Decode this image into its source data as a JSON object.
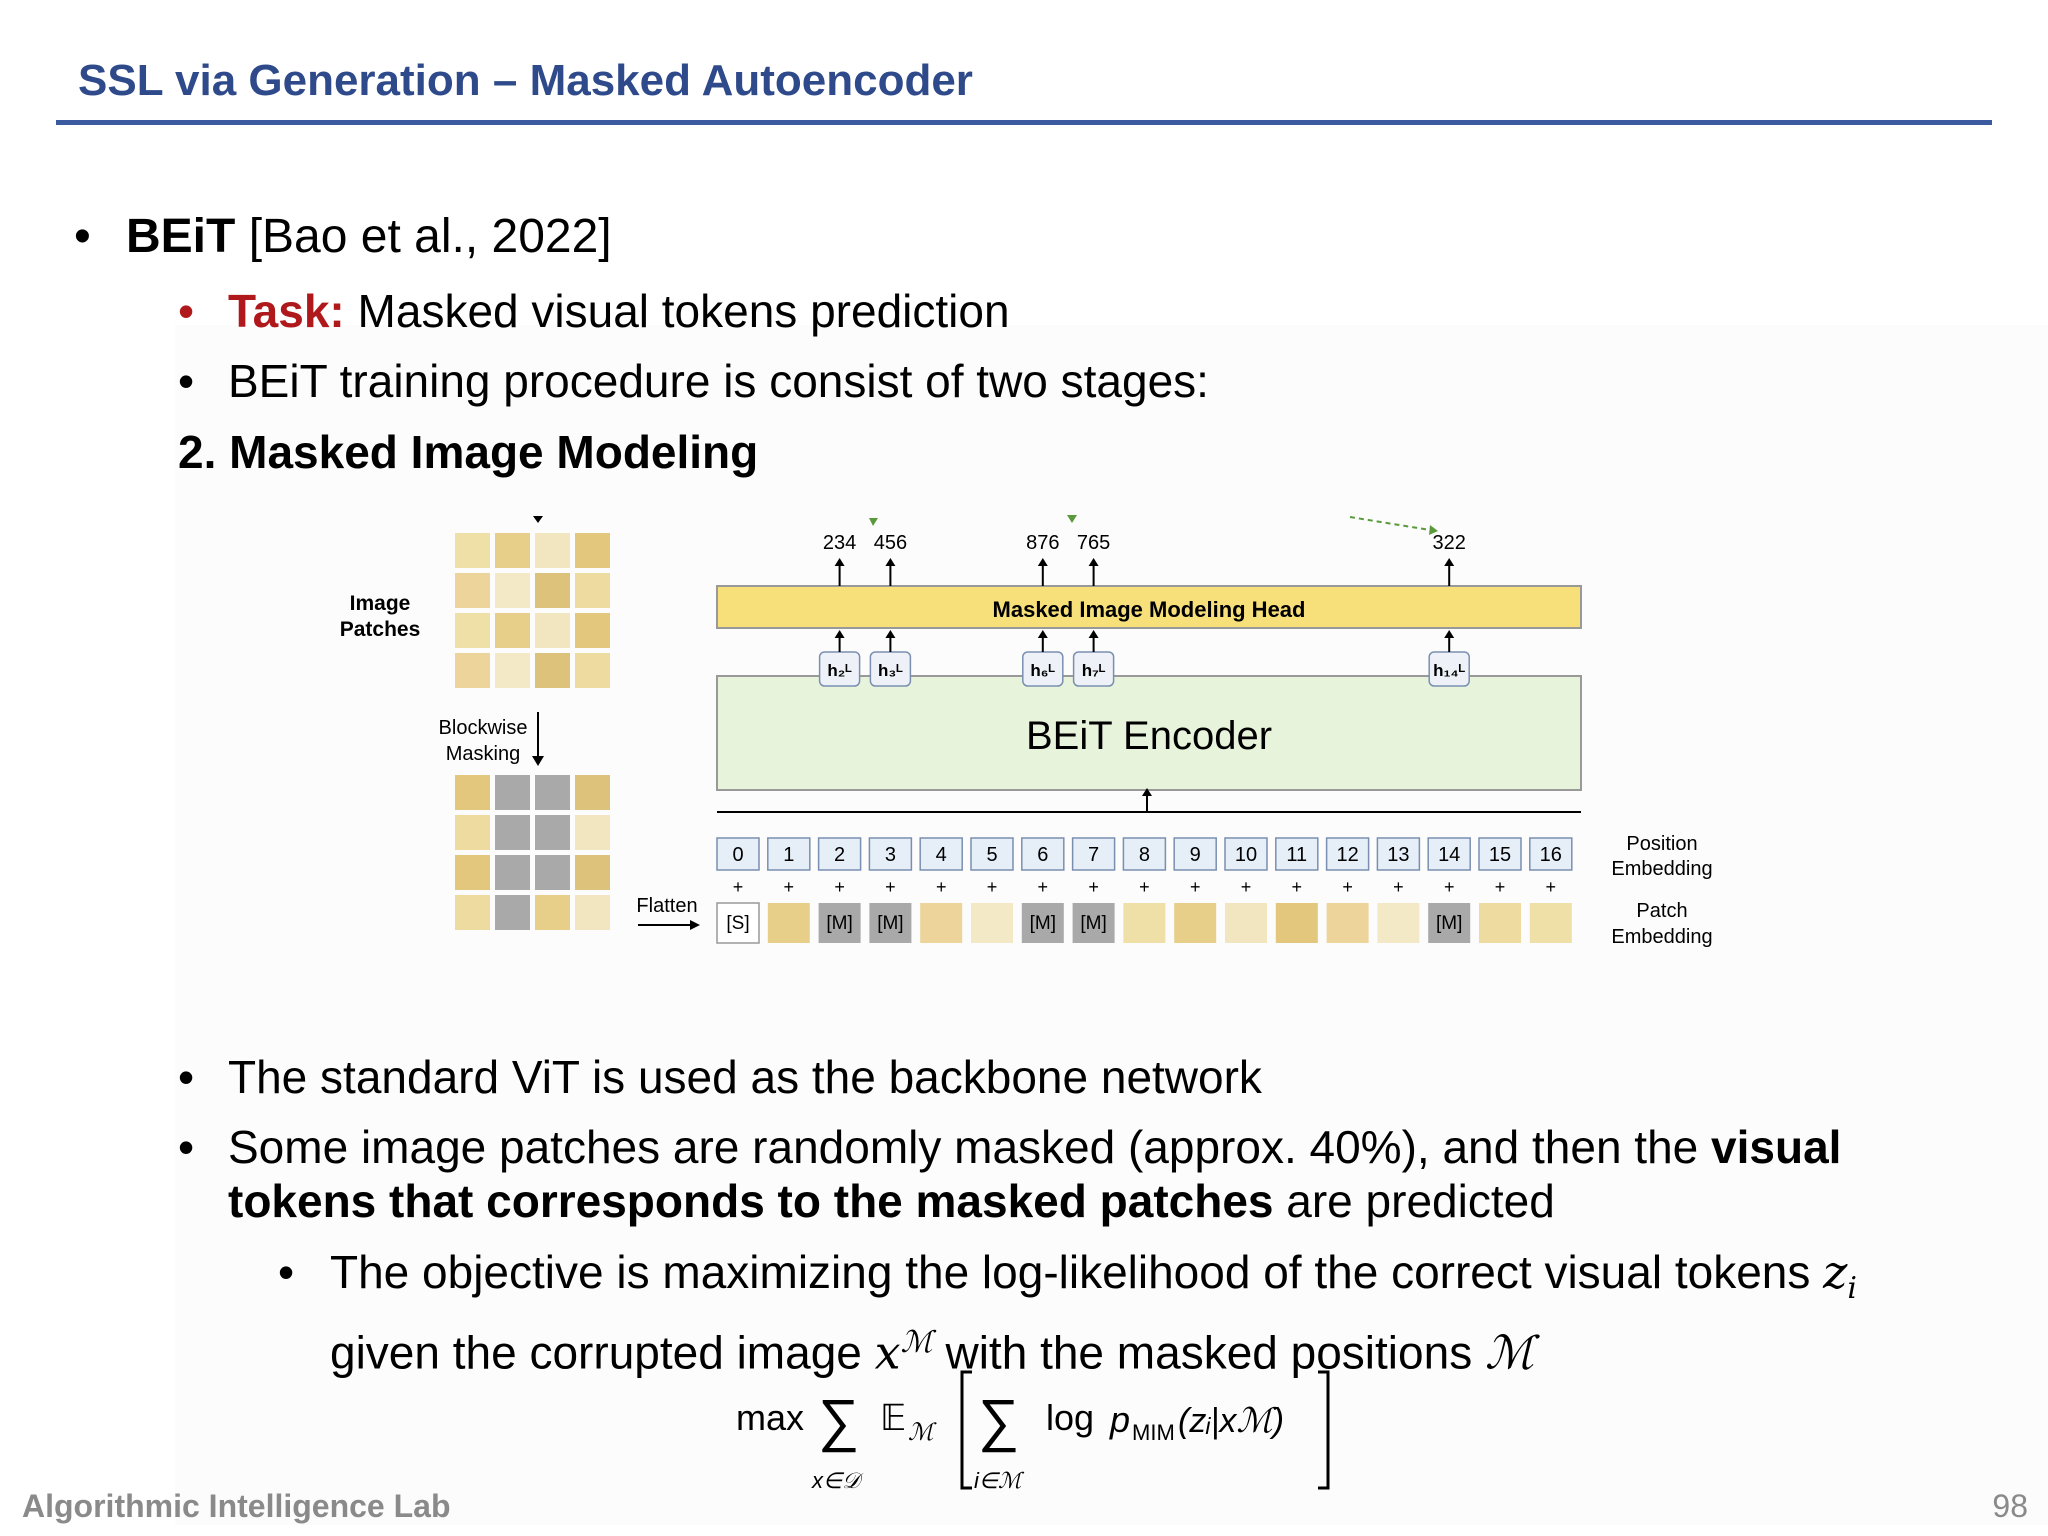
{
  "header": {
    "title": "SSL via Generation – Masked Autoencoder"
  },
  "bullets": {
    "beit_name": "BEiT",
    "beit_cite": "[Bao et al., 2022]",
    "task_label": "Task:",
    "task_text": "Masked visual tokens prediction",
    "stages_text": "BEiT training procedure is consist of two stages:",
    "stage2_heading": "2. Masked Image Modeling",
    "vit_text": "The standard ViT is used as the backbone network",
    "masked_pre": "Some image patches are randomly masked (approx. 40%), and then the",
    "masked_bold": "visual tokens that corresponds to the masked patches",
    "masked_post": "are predicted",
    "objective_pre": "The objective is maximizing the log-likelihood of the correct visual tokens",
    "objective_zi": "z",
    "objective_zi_sub": "i",
    "objective_mid": "given the corrupted image",
    "objective_x": "x",
    "objective_x_sup": "ℳ",
    "objective_post": "with the masked positions",
    "objective_M": "ℳ"
  },
  "diagram": {
    "image_patches_label_1": "Image",
    "image_patches_label_2": "Patches",
    "blockwise_label_1": "Blockwise",
    "blockwise_label_2": "Masking",
    "flatten_label": "Flatten",
    "head_label": "Masked Image Modeling Head",
    "encoder_label": "BEiT Encoder",
    "predicted_tokens": [
      "234",
      "456",
      "876",
      "765",
      "322"
    ],
    "hidden_states": [
      "h₂ᴸ",
      "h₃ᴸ",
      "h₆ᴸ",
      "h₇ᴸ",
      "h₁₄ᴸ"
    ],
    "positions": [
      "0",
      "1",
      "2",
      "3",
      "4",
      "5",
      "6",
      "7",
      "8",
      "9",
      "10",
      "11",
      "12",
      "13",
      "14",
      "15",
      "16"
    ],
    "position_embedding_label_1": "Position",
    "position_embedding_label_2": "Embedding",
    "patch_embedding_label_1": "Patch",
    "patch_embedding_label_2": "Embedding",
    "special_token": "[S]",
    "mask_token": "[M]",
    "plus": "+"
  },
  "formula": {
    "max": "max",
    "sum": "∑",
    "sum_sub_outer": "x∈𝒟",
    "expect": "𝔼",
    "expect_sub": "ℳ",
    "sum_sub_inner": "i∈ℳ",
    "log": "log",
    "p": "p",
    "p_sub": "MIM",
    "arg": "(zᵢ|xℳ)"
  },
  "footer": {
    "lab": "Algorithmic Intelligence Lab",
    "page": "98"
  },
  "colors": {
    "title": "#2f4a8a",
    "task": "#b0191c",
    "head": "#f7e07a",
    "encoder": "#e8f3dc",
    "mask": "#a9a9a9",
    "patch": "#e9d59a"
  }
}
